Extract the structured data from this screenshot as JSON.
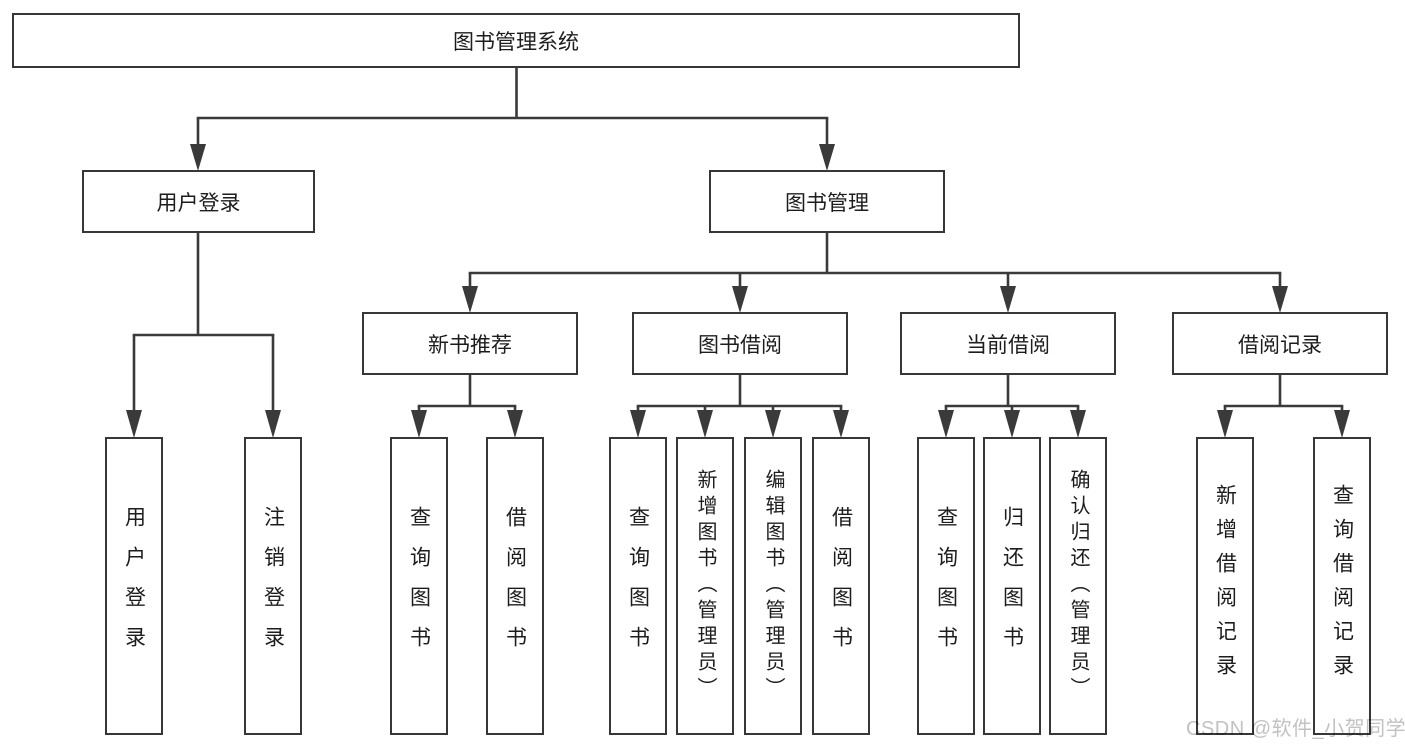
{
  "diagram_title": "图书管理系统",
  "tree": {
    "root": "图书管理系统",
    "level2": [
      "用户登录",
      "图书管理"
    ],
    "level3": [
      "新书推荐",
      "图书借阅",
      "当前借阅",
      "借阅记录"
    ],
    "leaves": {
      "login": [
        "用户登录",
        "注销登录"
      ],
      "newBooks": [
        "查询图书",
        "借阅图书"
      ],
      "borrow": [
        "查询图书",
        "新增图书（管理员）",
        "编辑图书（管理员）",
        "借阅图书"
      ],
      "current": [
        "查询图书",
        "归还图书",
        "确认归还（管理员）"
      ],
      "records": [
        "新增借阅记录",
        "查询借阅记录"
      ]
    }
  },
  "watermark": "CSDN @软件_小贺同学",
  "colors": {
    "line": "#3a3a3a",
    "box_border": "#373737",
    "text": "#1d1d1d",
    "watermark": "#c2c2c2",
    "background": "#ffffff"
  }
}
